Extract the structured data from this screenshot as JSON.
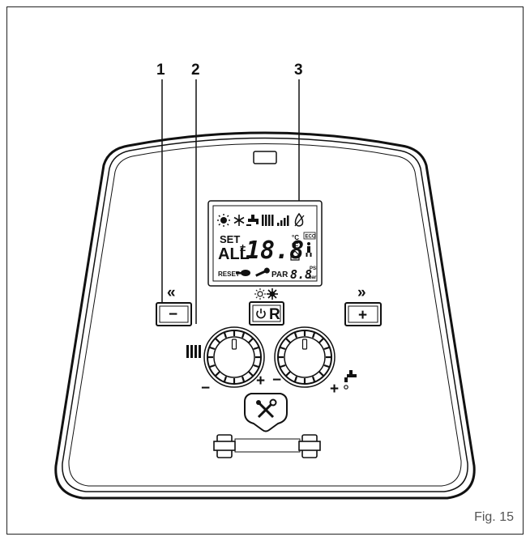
{
  "callouts": {
    "c1": "1",
    "c2": "2",
    "c3": "3"
  },
  "lcd": {
    "set": "SET",
    "all": "ALL",
    "value": "18.8",
    "unit_c": "°C",
    "unit_f": "°F",
    "eco": "ECO",
    "reset": "RESET",
    "par": "PAR",
    "par_value": "8.8",
    "psi": "PSI",
    "bar": "bar"
  },
  "buttons": {
    "minus": "−",
    "plus": "+",
    "reset_r": "R",
    "rewind": "«",
    "forward": "»"
  },
  "knob_marks": {
    "left_minus": "−",
    "left_plus": "+",
    "right_minus": "−",
    "right_plus": "+"
  },
  "figure": {
    "caption": "Fig. 15"
  },
  "icons": [
    "sun-icon",
    "snowflake-icon",
    "tap-icon",
    "radiator-icon",
    "signal-bars-icon",
    "flame-icon",
    "house-icon",
    "person-icon",
    "hand-icon",
    "wrench-icon",
    "power-icon",
    "service-wrench-icon"
  ]
}
